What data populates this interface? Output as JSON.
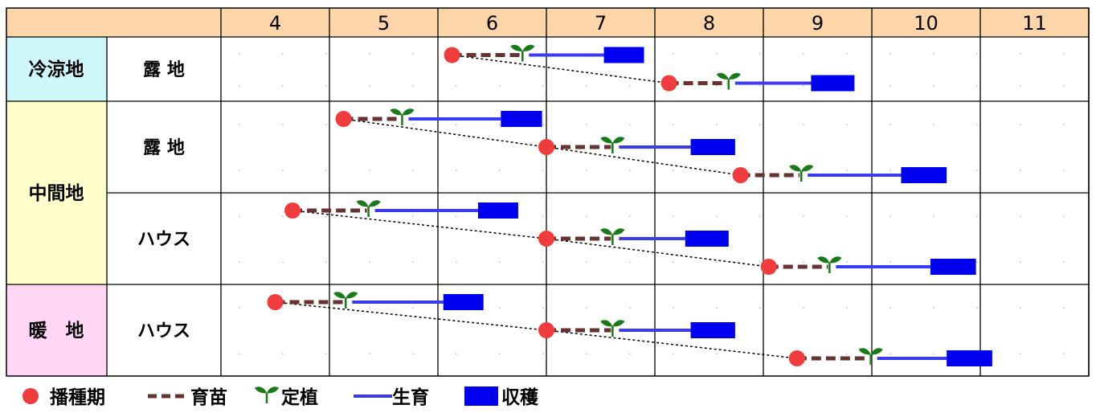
{
  "chart_data": {
    "type": "gantt",
    "months": [
      "4",
      "5",
      "6",
      "7",
      "8",
      "9",
      "10",
      "11"
    ],
    "month_range": [
      4,
      12
    ],
    "colors": {
      "header": "#fcd5a8",
      "sowing": "#f03c3c",
      "nursery": "#663333",
      "planting": "#1a7a1a",
      "growth": "#3a3af0",
      "harvest": "#0000f0",
      "region_cool": "#cdf7fb",
      "region_mid": "#ffffcc",
      "region_warm": "#ffd6f6"
    },
    "regions": [
      {
        "name": "冷涼地",
        "color_key": "region_cool",
        "rows": [
          {
            "type": "露 地",
            "schedules": [
              {
                "sow": 6.13,
                "plant": 6.78,
                "harvest_start": 7.53,
                "harvest_end": 7.9
              },
              {
                "sow": 8.13,
                "plant": 8.68,
                "harvest_start": 9.44,
                "harvest_end": 9.84
              }
            ]
          }
        ]
      },
      {
        "name": "中間地",
        "color_key": "region_mid",
        "rows": [
          {
            "type": "露 地",
            "schedules": [
              {
                "sow": 5.13,
                "plant": 5.67,
                "harvest_start": 6.58,
                "harvest_end": 6.96
              },
              {
                "sow": 7.0,
                "plant": 7.61,
                "harvest_start": 8.33,
                "harvest_end": 8.74
              },
              {
                "sow": 8.79,
                "plant": 9.35,
                "harvest_start": 10.27,
                "harvest_end": 10.69
              }
            ]
          },
          {
            "type": "ハウス",
            "schedules": [
              {
                "sow": 4.66,
                "plant": 5.36,
                "harvest_start": 6.37,
                "harvest_end": 6.74
              },
              {
                "sow": 7.0,
                "plant": 7.61,
                "harvest_start": 8.28,
                "harvest_end": 8.68
              },
              {
                "sow": 9.05,
                "plant": 9.61,
                "harvest_start": 10.54,
                "harvest_end": 10.96
              }
            ]
          }
        ]
      },
      {
        "name": "暖　地",
        "color_key": "region_warm",
        "rows": [
          {
            "type": "ハウス",
            "schedules": [
              {
                "sow": 4.5,
                "plant": 5.15,
                "harvest_start": 6.05,
                "harvest_end": 6.42
              },
              {
                "sow": 7.0,
                "plant": 7.61,
                "harvest_start": 8.33,
                "harvest_end": 8.74
              },
              {
                "sow": 9.31,
                "plant": 9.99,
                "harvest_start": 10.69,
                "harvest_end": 11.11
              }
            ]
          }
        ]
      }
    ],
    "legend": {
      "sowing": "播種期",
      "nursery": "育苗",
      "planting": "定植",
      "growth": "生育",
      "harvest": "収穫"
    }
  }
}
